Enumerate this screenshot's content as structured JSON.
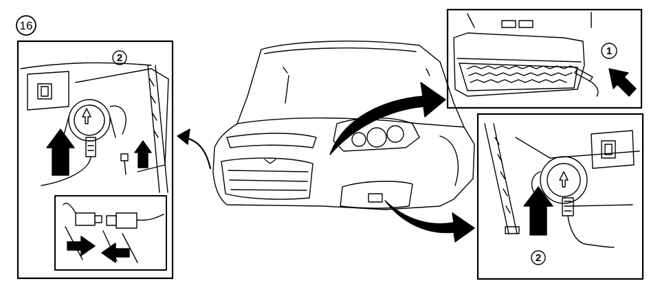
{
  "figure": {
    "step_number": "16",
    "callouts": {
      "left_panel": "2",
      "top_right_panel": "1",
      "bottom_right_panel": "2"
    }
  }
}
